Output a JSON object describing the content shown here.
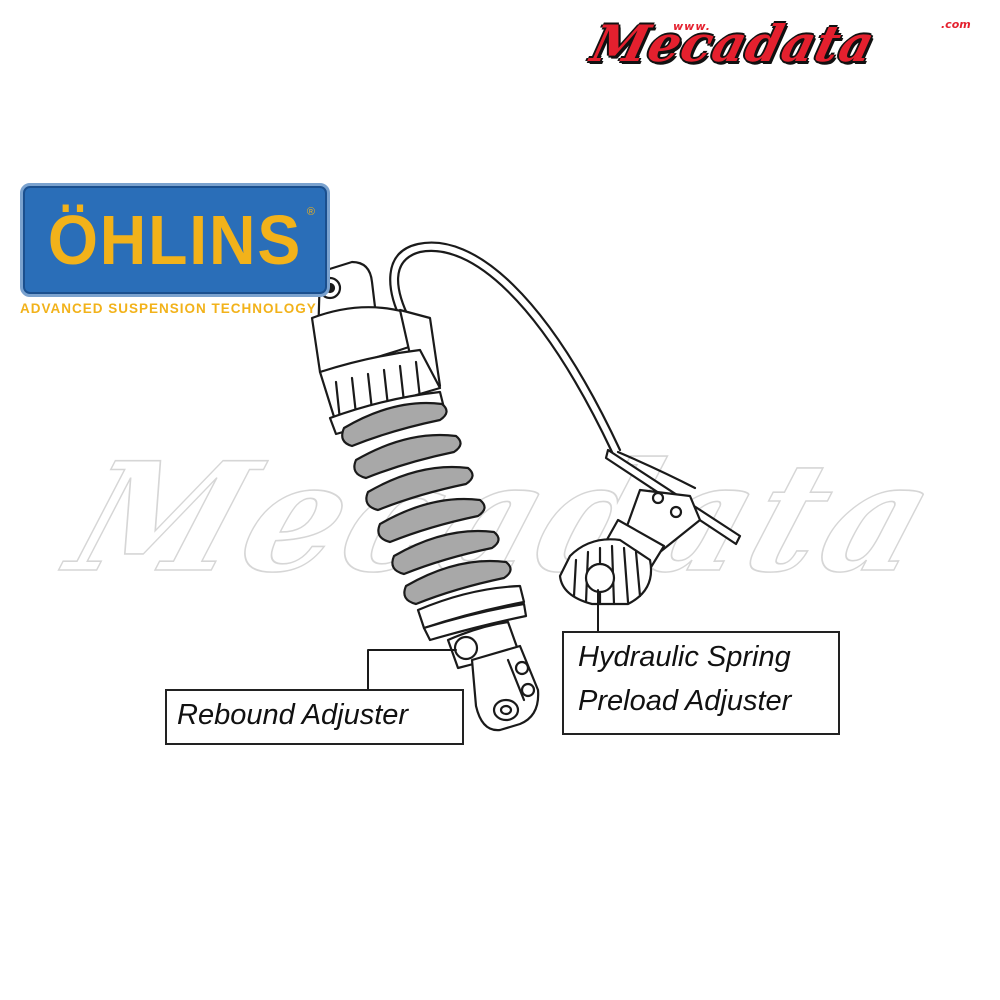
{
  "brand_logo": {
    "prefix": "www.",
    "name": "Mecadata",
    "suffix": ".com",
    "color": "#e4202e"
  },
  "watermark": {
    "text": "Mecadata"
  },
  "manufacturer_logo": {
    "name": "ÖHLINS",
    "registered_mark": "®",
    "tagline": "ADVANCED SUSPENSION TECHNOLOGY",
    "badge_color": "#2a6eb8",
    "text_color": "#f2b21a"
  },
  "callouts": {
    "rebound": {
      "label": "Rebound Adjuster"
    },
    "preload": {
      "line1": "Hydraulic Spring",
      "line2": "Preload Adjuster"
    }
  },
  "colors": {
    "spring": "#a8a8a8",
    "body": "#ffffff",
    "outline": "#1a1a1a"
  }
}
